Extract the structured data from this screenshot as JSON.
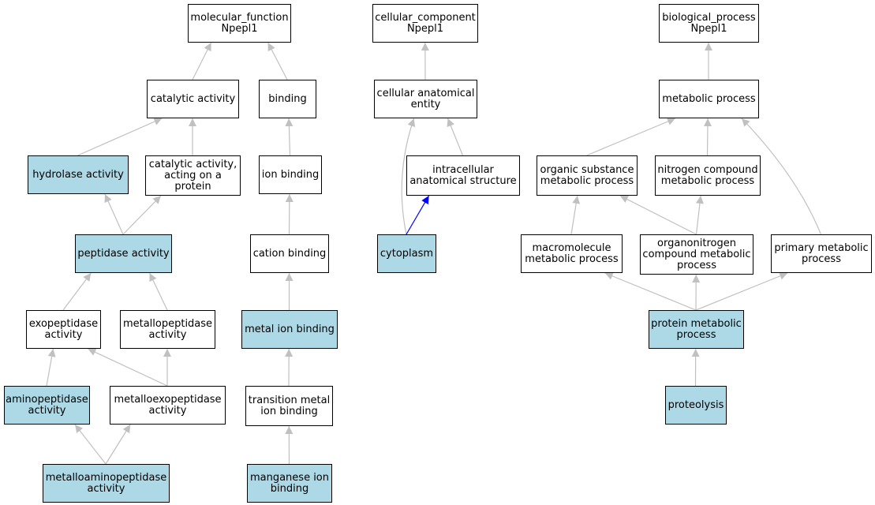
{
  "colors": {
    "highlight": "#add8e6",
    "plain": "#ffffff",
    "edge": "#c0c0c0",
    "edge_emphasis": "#0000ff"
  },
  "nodes": {
    "mf_root": {
      "lines": [
        "molecular_function",
        "Npepl1"
      ],
      "highlight": false
    },
    "catalytic_activity": {
      "lines": [
        "catalytic activity"
      ],
      "highlight": false
    },
    "binding": {
      "lines": [
        "binding"
      ],
      "highlight": false
    },
    "hydrolase_activity": {
      "lines": [
        "hydrolase activity"
      ],
      "highlight": true
    },
    "catalytic_protein": {
      "lines": [
        "catalytic activity,",
        "acting on a",
        "protein"
      ],
      "highlight": false
    },
    "ion_binding": {
      "lines": [
        "ion binding"
      ],
      "highlight": false
    },
    "peptidase_activity": {
      "lines": [
        "peptidase activity"
      ],
      "highlight": true
    },
    "cation_binding": {
      "lines": [
        "cation binding"
      ],
      "highlight": false
    },
    "exopeptidase_activity": {
      "lines": [
        "exopeptidase",
        "activity"
      ],
      "highlight": false
    },
    "metallopeptidase_activity": {
      "lines": [
        "metallopeptidase",
        "activity"
      ],
      "highlight": false
    },
    "metal_ion_binding": {
      "lines": [
        "metal ion binding"
      ],
      "highlight": true
    },
    "aminopeptidase_activity": {
      "lines": [
        "aminopeptidase",
        "activity"
      ],
      "highlight": true
    },
    "metalloexopeptidase_activity": {
      "lines": [
        "metalloexopeptidase",
        "activity"
      ],
      "highlight": false
    },
    "transition_metal_ion_binding": {
      "lines": [
        "transition metal",
        "ion binding"
      ],
      "highlight": false
    },
    "metalloaminopeptidase_activity": {
      "lines": [
        "metalloaminopeptidase",
        "activity"
      ],
      "highlight": true
    },
    "manganese_ion_binding": {
      "lines": [
        "manganese ion",
        "binding"
      ],
      "highlight": true
    },
    "cc_root": {
      "lines": [
        "cellular_component",
        "Npepl1"
      ],
      "highlight": false
    },
    "cellular_anatomical_entity": {
      "lines": [
        "cellular anatomical",
        "entity"
      ],
      "highlight": false
    },
    "intracellular_anatomical_structure": {
      "lines": [
        "intracellular",
        "anatomical structure"
      ],
      "highlight": false
    },
    "cytoplasm": {
      "lines": [
        "cytoplasm"
      ],
      "highlight": true
    },
    "bp_root": {
      "lines": [
        "biological_process",
        "Npepl1"
      ],
      "highlight": false
    },
    "metabolic_process": {
      "lines": [
        "metabolic process"
      ],
      "highlight": false
    },
    "organic_substance_metabolic_process": {
      "lines": [
        "organic substance",
        "metabolic process"
      ],
      "highlight": false
    },
    "nitrogen_compound_metabolic_process": {
      "lines": [
        "nitrogen compound",
        "metabolic process"
      ],
      "highlight": false
    },
    "macromolecule_metabolic_process": {
      "lines": [
        "macromolecule",
        "metabolic process"
      ],
      "highlight": false
    },
    "organonitrogen_compound_metabolic_process": {
      "lines": [
        "organonitrogen",
        "compound metabolic",
        "process"
      ],
      "highlight": false
    },
    "primary_metabolic_process": {
      "lines": [
        "primary metabolic",
        "process"
      ],
      "highlight": false
    },
    "protein_metabolic_process": {
      "lines": [
        "protein metabolic",
        "process"
      ],
      "highlight": true
    },
    "proteolysis": {
      "lines": [
        "proteolysis"
      ],
      "highlight": true
    }
  },
  "edges": [
    {
      "from": "catalytic_activity",
      "to": "mf_root"
    },
    {
      "from": "binding",
      "to": "mf_root"
    },
    {
      "from": "hydrolase_activity",
      "to": "catalytic_activity"
    },
    {
      "from": "catalytic_protein",
      "to": "catalytic_activity"
    },
    {
      "from": "ion_binding",
      "to": "binding"
    },
    {
      "from": "peptidase_activity",
      "to": "hydrolase_activity"
    },
    {
      "from": "peptidase_activity",
      "to": "catalytic_protein"
    },
    {
      "from": "cation_binding",
      "to": "ion_binding"
    },
    {
      "from": "exopeptidase_activity",
      "to": "peptidase_activity"
    },
    {
      "from": "metallopeptidase_activity",
      "to": "peptidase_activity"
    },
    {
      "from": "metal_ion_binding",
      "to": "cation_binding"
    },
    {
      "from": "aminopeptidase_activity",
      "to": "exopeptidase_activity"
    },
    {
      "from": "metalloexopeptidase_activity",
      "to": "exopeptidase_activity"
    },
    {
      "from": "metalloexopeptidase_activity",
      "to": "metallopeptidase_activity"
    },
    {
      "from": "transition_metal_ion_binding",
      "to": "metal_ion_binding"
    },
    {
      "from": "metalloaminopeptidase_activity",
      "to": "aminopeptidase_activity"
    },
    {
      "from": "metalloaminopeptidase_activity",
      "to": "metalloexopeptidase_activity"
    },
    {
      "from": "manganese_ion_binding",
      "to": "transition_metal_ion_binding"
    },
    {
      "from": "cellular_anatomical_entity",
      "to": "cc_root"
    },
    {
      "from": "intracellular_anatomical_structure",
      "to": "cellular_anatomical_entity"
    },
    {
      "from": "cytoplasm",
      "to": "cellular_anatomical_entity",
      "curved": true
    },
    {
      "from": "cytoplasm",
      "to": "intracellular_anatomical_structure",
      "emphasis": true
    },
    {
      "from": "metabolic_process",
      "to": "bp_root"
    },
    {
      "from": "organic_substance_metabolic_process",
      "to": "metabolic_process"
    },
    {
      "from": "nitrogen_compound_metabolic_process",
      "to": "metabolic_process"
    },
    {
      "from": "primary_metabolic_process",
      "to": "metabolic_process",
      "curved": true
    },
    {
      "from": "macromolecule_metabolic_process",
      "to": "organic_substance_metabolic_process"
    },
    {
      "from": "organonitrogen_compound_metabolic_process",
      "to": "organic_substance_metabolic_process"
    },
    {
      "from": "organonitrogen_compound_metabolic_process",
      "to": "nitrogen_compound_metabolic_process"
    },
    {
      "from": "protein_metabolic_process",
      "to": "macromolecule_metabolic_process"
    },
    {
      "from": "protein_metabolic_process",
      "to": "organonitrogen_compound_metabolic_process"
    },
    {
      "from": "protein_metabolic_process",
      "to": "primary_metabolic_process"
    },
    {
      "from": "proteolysis",
      "to": "protein_metabolic_process"
    }
  ]
}
